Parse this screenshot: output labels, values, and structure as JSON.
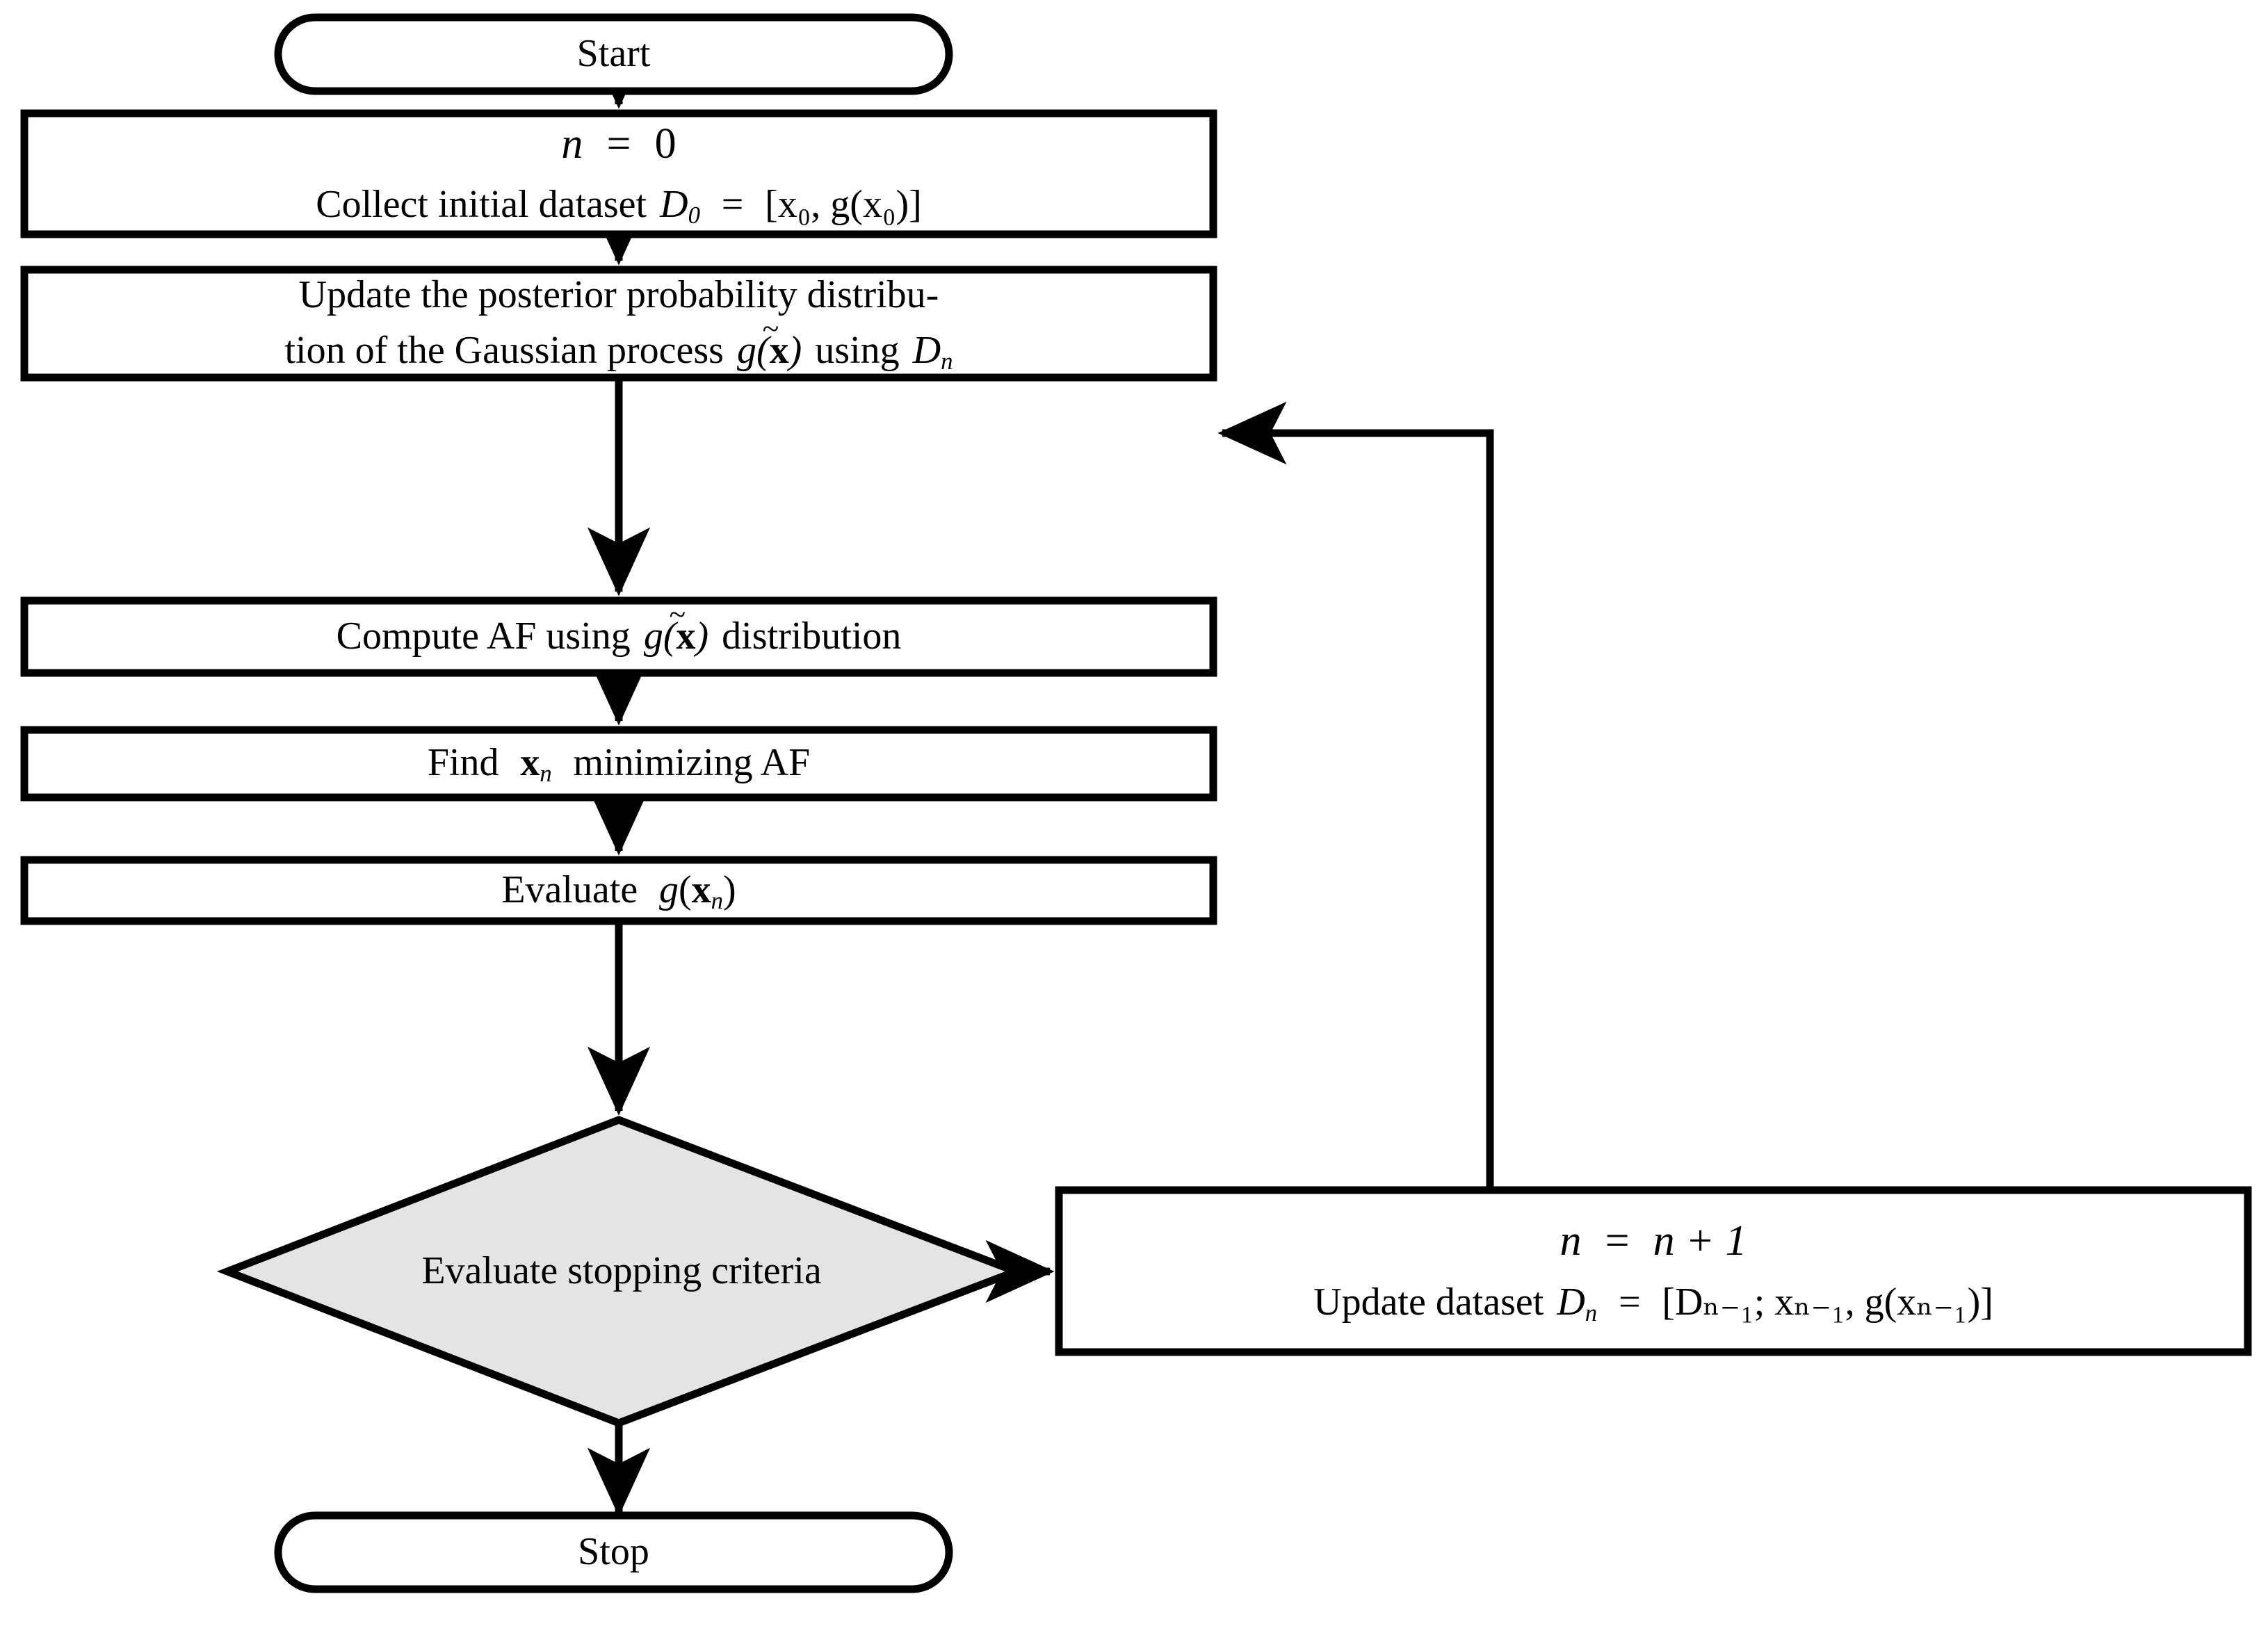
{
  "diagram": {
    "title": "Bayesian optimization algorithm flowchart",
    "type": "flowchart",
    "background_color": "#ffffff",
    "stroke_color": "#000000",
    "decision_fill_color": "#e4e4e4",
    "process_fill_color": "#ffffff"
  },
  "nodes": {
    "start": {
      "shape": "terminator",
      "label": "Start"
    },
    "init": {
      "shape": "process",
      "line1_lhs": "n",
      "line1_eq": "=",
      "line1_rhs": "0",
      "line2_prefix": "Collect initial dataset",
      "line2_symbol": "D",
      "line2_symbol_sub": "0",
      "line2_eq": "=",
      "line2_rhs": "[x₀, g(x₀)]"
    },
    "update_posterior": {
      "shape": "process",
      "line1": "Update the posterior probability distribu-",
      "line2_a": "tion of the Gaussian process",
      "line2_symbol": "g̃(x)",
      "line2_b": "using",
      "line2_symbol2": "D",
      "line2_symbol2_sub": "n"
    },
    "compute_af": {
      "shape": "process",
      "prefix": "Compute AF using",
      "symbol": "g̃(x)",
      "suffix": "distribution"
    },
    "find_x": {
      "shape": "process",
      "prefix": "Find",
      "symbol": "x",
      "symbol_sub": "n",
      "suffix": "minimizing AF"
    },
    "evaluate_g": {
      "shape": "process",
      "prefix": "Evaluate",
      "symbol": "g(x",
      "symbol_sub": "n",
      "symbol_close": ")"
    },
    "decision": {
      "shape": "decision",
      "label": "Evaluate stopping criteria"
    },
    "increment": {
      "shape": "process",
      "line1_lhs": "n",
      "line1_eq": "=",
      "line1_rhs": "n + 1",
      "line2_prefix": "Update dataset",
      "line2_symbol": "D",
      "line2_symbol_sub": "n",
      "line2_eq": "=",
      "line2_rhs": "[Dₙ₋₁; xₙ₋₁, g(xₙ₋₁)]"
    },
    "stop": {
      "shape": "terminator",
      "label": "Stop"
    }
  },
  "edges": [
    {
      "id": "start-to-init",
      "from": "start",
      "to": "init",
      "direction": "down",
      "label": ""
    },
    {
      "id": "init-to-update",
      "from": "init",
      "to": "update_posterior",
      "direction": "down",
      "label": ""
    },
    {
      "id": "update-to-compute",
      "from": "update_posterior",
      "to": "compute_af",
      "direction": "down",
      "label": ""
    },
    {
      "id": "compute-to-find",
      "from": "compute_af",
      "to": "find_x",
      "direction": "down",
      "label": ""
    },
    {
      "id": "find-to-evaluate",
      "from": "find_x",
      "to": "evaluate_g",
      "direction": "down",
      "label": ""
    },
    {
      "id": "evaluate-to-decision",
      "from": "evaluate_g",
      "to": "decision",
      "direction": "down",
      "label": ""
    },
    {
      "id": "decision-to-increment",
      "from": "decision",
      "to": "increment",
      "direction": "right",
      "label": ""
    },
    {
      "id": "increment-to-update-loop",
      "from": "increment",
      "to": "update_posterior",
      "direction": "up-left",
      "label": ""
    },
    {
      "id": "decision-to-stop",
      "from": "decision",
      "to": "stop",
      "direction": "down",
      "label": ""
    }
  ]
}
